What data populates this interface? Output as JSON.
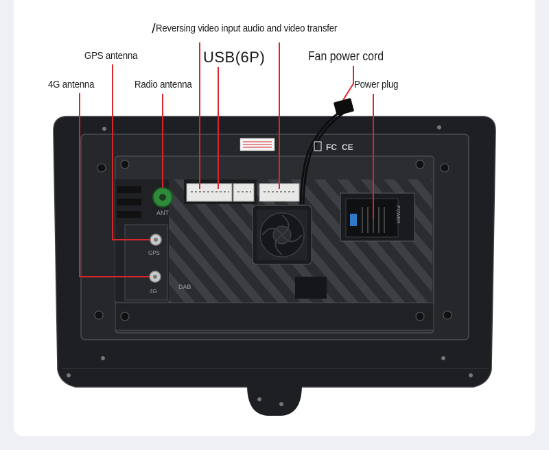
{
  "callouts": {
    "reversing": "Reversing video input audio and video transfer",
    "usb": "USB(6P)",
    "fan": "Fan power cord",
    "gps": "GPS antenna",
    "radio": "Radio antenna",
    "power": "Power plug",
    "lte": "4G antenna"
  },
  "silkscreen": {
    "ant": "ANT",
    "gps": "GPS",
    "lte": "4G",
    "dab": "DAB",
    "power": "POWER",
    "fcc": "FC",
    "ce": "CE"
  },
  "colors": {
    "leader_line": "#d9262b",
    "body": "#1d1f22",
    "panel": "#2b2d31",
    "ant_connector": "#2f8a3a",
    "power_fuse": "#2f79c9"
  }
}
